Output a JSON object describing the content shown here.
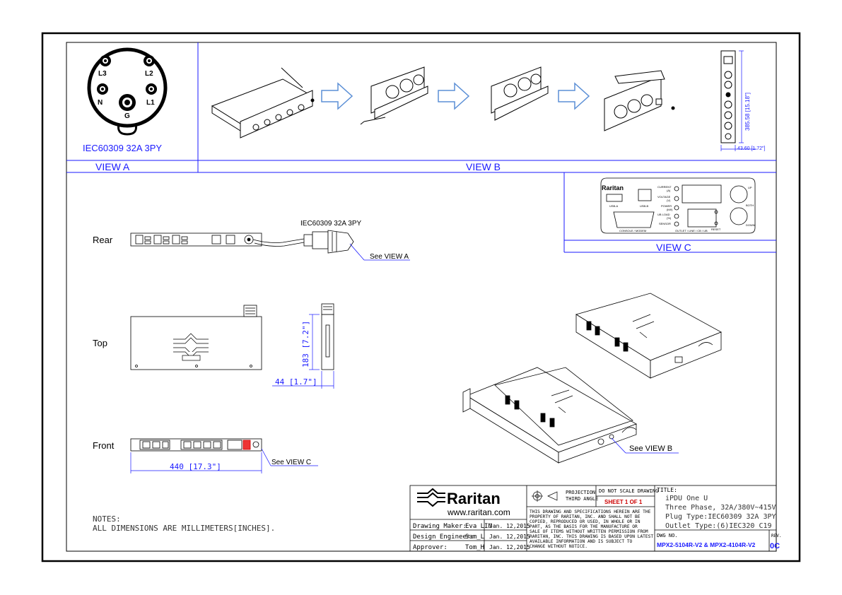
{
  "view_a": {
    "pins": [
      "L3",
      "L2",
      "N",
      "L1",
      "G"
    ],
    "plug_label": "IEC60309 32A 3PY",
    "label": "VIEW A"
  },
  "view_b": {
    "label": "VIEW B",
    "dim_height": "385.58 [15.18\"]",
    "dim_width": "43.60 [1.72\"]"
  },
  "view_c": {
    "label": "VIEW C",
    "brand": "Raritan",
    "usb_a": "USB-A",
    "usb_b": "USB-B",
    "console": "CONSOLE / MODEM",
    "current": "CURRENT",
    "current_unit": "(A)",
    "voltage": "VOLTAGE",
    "voltage_unit": "(V)",
    "power": "POWER",
    "power_unit": "(kW)",
    "unload": "UB LOAD",
    "unload_unit": "(%)",
    "sensor": "SENSOR",
    "outlet": "OUTLET / LINE / CB / UB",
    "reset": "RESET",
    "up": "UP",
    "both": "BOTH",
    "down": "DOWN"
  },
  "views": {
    "rear": "Rear",
    "top": "Top",
    "front": "Front",
    "rear_plug": "IEC60309 32A 3PY",
    "see_a": "See VIEW A",
    "see_b": "See VIEW B",
    "see_c": "See VIEW C",
    "dim_top_h": "183 [7.2\"]",
    "dim_top_w": "44 [1.7\"]",
    "dim_front_w": "440 [17.3\"]"
  },
  "notes": {
    "title": "NOTES:",
    "line1": "ALL DIMENSIONS ARE MILLIMETERS[INCHES]."
  },
  "title_block": {
    "logo": "Raritan",
    "url": "www.raritan.com",
    "rows": [
      {
        "role": "Drawing Maker:",
        "name": "Eva LIN",
        "date": "Jan. 12,2015"
      },
      {
        "role": "Design Engineer:",
        "name": "Sam_L",
        "date": "Jan. 12,2015"
      },
      {
        "role": "Approver:",
        "name": "Tom_H",
        "date": "Jan. 12,2015"
      }
    ],
    "projection": "PROJECTION",
    "third_angle": "THIRD ANGLE",
    "do_not_scale": "DO NOT SCALE DRAWING",
    "sheet": "SHEET 1 OF 1",
    "disclaimer": [
      "THIS DRAWING AND SPECIFICATIONS HEREIN ARE THE",
      "PROPERTY OF RARITAN, INC. AND SHALL NOT BE",
      "COPIED, REPRODUCED OR USED, IN WHOLE OR IN",
      "PART, AS THE BASIS FOR THE MANUFACTURE OR",
      "SALE OF ITEMS WITHOUT WRITTEN PERMISSION FROM",
      "RARITAN, INC. THIS DRAWING IS BASED UPON LATEST",
      "AVAILABLE INFORMATION AND IS SUBJECT TO",
      "CHANGE WITHOUT NOTICE."
    ],
    "title_label": "TITLE:",
    "title_lines": [
      "iPDU One U",
      "Three Phase, 32A/380V~415V",
      "Plug Type:IEC60309 32A 3PY",
      "Outlet Type:(6)IEC320 C19"
    ],
    "dwg_no_label": "DWG NO.",
    "dwg_no": "MPX2-5104R-V2 & MPX2-4104R-V2",
    "rev_label": "REV.",
    "rev": "0C"
  },
  "colors": {
    "accent": "#1a1aff",
    "line": "#000000",
    "arrow": "#5b8fd6"
  }
}
